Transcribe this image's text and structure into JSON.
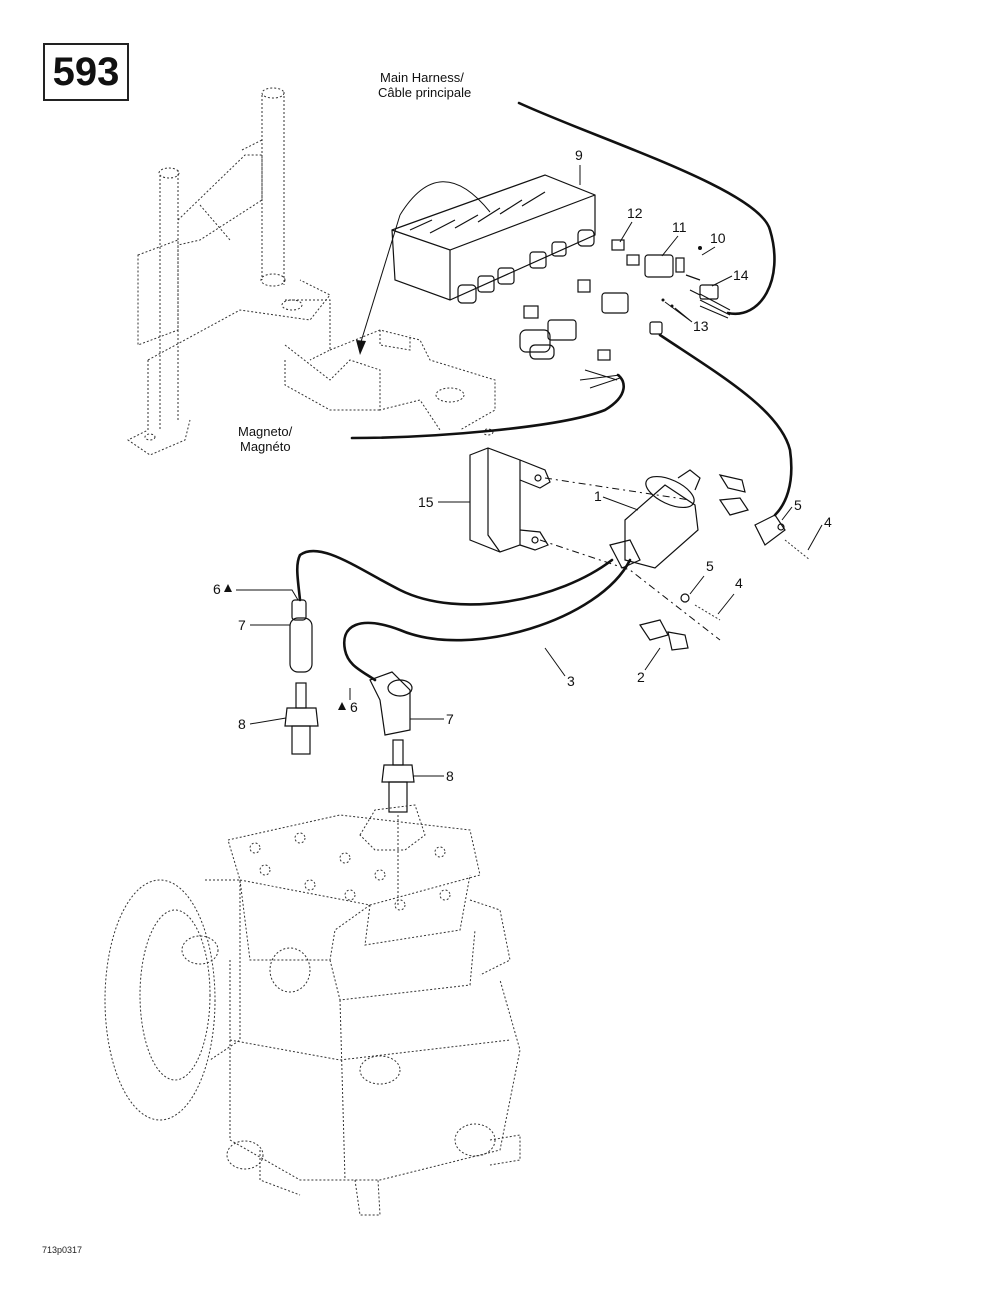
{
  "page_number": "593",
  "labels": {
    "main_harness_line1": "Main Harness/",
    "main_harness_line2": "Câble principale",
    "magneto_line1": "Magneto/",
    "magneto_line2": "Magnéto"
  },
  "callouts": {
    "c1": "1",
    "c2": "2",
    "c3": "3",
    "c4a": "4",
    "c4b": "4",
    "c5a": "5",
    "c5b": "5",
    "c6a": "6",
    "c6b": "6",
    "c7a": "7",
    "c7b": "7",
    "c8a": "8",
    "c8b": "8",
    "c9": "9",
    "c10": "10",
    "c11": "11",
    "c12": "12",
    "c13": "13",
    "c14": "14",
    "c15": "15"
  },
  "figure_code": "713p0317"
}
